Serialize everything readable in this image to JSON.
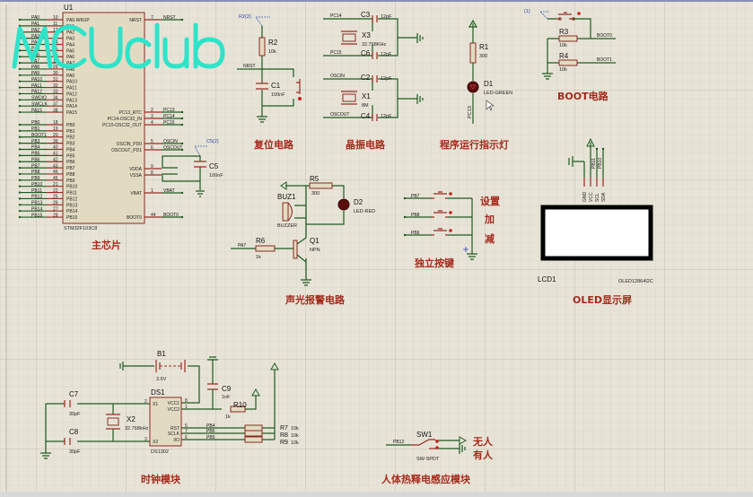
{
  "watermark": "MCUclub",
  "mcu": {
    "ref": "U1",
    "part": "STM32F103C8",
    "left_pins": [
      {
        "net": "PA0",
        "num": "10",
        "name": "PA0-WKUP"
      },
      {
        "net": "PA1",
        "num": "11",
        "name": "PA1"
      },
      {
        "net": "PA2",
        "num": "12",
        "name": "PA2"
      },
      {
        "net": "PA3",
        "num": "13",
        "name": "PA3"
      },
      {
        "net": "PA4",
        "num": "14",
        "name": "PA4"
      },
      {
        "net": "PA5",
        "num": "15",
        "name": "PA5"
      },
      {
        "net": "PA6",
        "num": "16",
        "name": "PA6"
      },
      {
        "net": "PA7",
        "num": "17",
        "name": "PA7"
      },
      {
        "net": "PA8",
        "num": "29",
        "name": "PA8"
      },
      {
        "net": "PA9",
        "num": "30",
        "name": "PA9"
      },
      {
        "net": "PA10",
        "num": "31",
        "name": "PA10"
      },
      {
        "net": "PA11",
        "num": "32",
        "name": "PA11"
      },
      {
        "net": "PA12",
        "num": "33",
        "name": "PA12"
      },
      {
        "net": "SWDIO",
        "num": "34",
        "name": "PA13"
      },
      {
        "net": "SWCLK",
        "num": "37",
        "name": "PA14"
      },
      {
        "net": "PA15",
        "num": "38",
        "name": "PA15"
      },
      {
        "net": "PB0",
        "num": "18",
        "name": "PB0"
      },
      {
        "net": "PB1",
        "num": "19",
        "name": "PB1"
      },
      {
        "net": "BOOT1",
        "num": "20",
        "name": "PB2"
      },
      {
        "net": "PB3",
        "num": "39",
        "name": "PB3"
      },
      {
        "net": "PB4",
        "num": "40",
        "name": "PB4"
      },
      {
        "net": "PB5",
        "num": "41",
        "name": "PB5"
      },
      {
        "net": "PB6",
        "num": "42",
        "name": "PB6"
      },
      {
        "net": "PB7",
        "num": "43",
        "name": "PB7"
      },
      {
        "net": "PB8",
        "num": "45",
        "name": "PB8"
      },
      {
        "net": "PB9",
        "num": "46",
        "name": "PB9"
      },
      {
        "net": "PB10",
        "num": "21",
        "name": "PB10"
      },
      {
        "net": "PB11",
        "num": "22",
        "name": "PB11"
      },
      {
        "net": "PB12",
        "num": "25",
        "name": "PB12"
      },
      {
        "net": "PB13",
        "num": "26",
        "name": "PB13"
      },
      {
        "net": "PB14",
        "num": "27",
        "name": "PB14"
      },
      {
        "net": "PB15",
        "num": "28",
        "name": "PB15"
      }
    ],
    "right_pins": [
      {
        "net": "NRST",
        "num": "7",
        "name": "NRST"
      },
      {
        "net": "PC13",
        "num": "2",
        "name": "PC13_RTC"
      },
      {
        "net": "PC14",
        "num": "3",
        "name": "PC14-OSC32_IN"
      },
      {
        "net": "PC15",
        "num": "4",
        "name": "PC15-OSC32_OUT"
      },
      {
        "net": "OSCIN",
        "num": "5",
        "name": "OSCIN_PD0"
      },
      {
        "net": "OSCOUT",
        "num": "6",
        "name": "OSCOUT_PD1"
      },
      {
        "net": "",
        "num": "9",
        "name": "VDDA"
      },
      {
        "net": "",
        "num": "8",
        "name": "VSSA"
      },
      {
        "net": "VBAT",
        "num": "1",
        "name": "VBAT"
      },
      {
        "net": "BOOT0",
        "num": "44",
        "name": "BOOT0"
      }
    ],
    "c5": {
      "ref": "C5",
      "value": "100nF",
      "probe": "C5(2)"
    },
    "title": "主芯片"
  },
  "reset": {
    "probe": "R2(2)",
    "r_ref": "R2",
    "r_val": "10k",
    "net": "NRST",
    "c_ref": "C1",
    "c_val": "100nF",
    "title": "复位电路"
  },
  "crystal": {
    "pc14": "PC14",
    "pc15": "PC15",
    "oscin": "OSCIN",
    "oscout": "OSCOUT",
    "c3": "C3",
    "c6": "C6",
    "c2": "C2",
    "c4": "C4",
    "c_val": "12pF",
    "x3": "X3",
    "x3_val": "32.768KHz",
    "x1": "X1",
    "x1_val": "8M",
    "title": "晶振电路"
  },
  "led": {
    "r_ref": "R1",
    "r_val": "300",
    "d_ref": "D1",
    "d_val": "LED-GREEN",
    "net": "PC13",
    "title": "程序运行指示灯"
  },
  "boot": {
    "probe": "(1)",
    "r3": "R3",
    "r4": "R4",
    "r_val": "10k",
    "boot0": "BOOT0",
    "boot1": "BOOT1",
    "title": "BOOT电路"
  },
  "oled": {
    "pins": [
      "GND",
      "VCC",
      "SCL",
      "SDA"
    ],
    "nets": [
      "PB11",
      "PB10"
    ],
    "ref": "LCD1",
    "part": "OLED12864I2C",
    "title": "OLED显示屏"
  },
  "alarm": {
    "buz_ref": "BUZ1",
    "buz_val": "BUZZER",
    "r5": "R5",
    "r5_val": "300",
    "d2": "D2",
    "d2_val": "LED-RED",
    "r6": "R6",
    "r6_val": "1k",
    "net": "PA7",
    "q1": "Q1",
    "q1_val": "NPN",
    "title": "声光报警电路"
  },
  "keys": {
    "nets": [
      "PB7",
      "PB8",
      "PB9"
    ],
    "labels": [
      "设置",
      "加",
      "减"
    ],
    "title": "独立按键"
  },
  "clock": {
    "b1": "B1",
    "b1_val": "3.6V",
    "c9": "C9",
    "c9_val": "1nF",
    "r10": "R10",
    "r10_val": "1k",
    "c7": "C7",
    "c8": "C8",
    "c78_val": "30pF",
    "x2": "X2",
    "x2_val": "32.768kHz",
    "ds1": "DS1",
    "ds1_part": "DS1302",
    "ds_pins_left": [
      {
        "num": "2",
        "name": "X1"
      },
      {
        "num": "3",
        "name": "X2"
      }
    ],
    "ds_pins_right": [
      {
        "num": "8",
        "name": "VCC1"
      },
      {
        "num": "1",
        "name": "VCC2"
      },
      {
        "num": "5",
        "name": "RST"
      },
      {
        "num": "7",
        "name": "SCLK"
      },
      {
        "num": "6",
        "name": "I/O"
      }
    ],
    "nets": [
      "PB4",
      "PB6",
      "PB5"
    ],
    "pullups": [
      {
        "ref": "R7",
        "val": "10k"
      },
      {
        "ref": "R8",
        "val": "10k"
      },
      {
        "ref": "R9",
        "val": "10k"
      }
    ],
    "title": "时钟模块"
  },
  "pir": {
    "sw": "SW1",
    "sw_val": "SW-SPDT",
    "net": "PB12",
    "none": "无人",
    "someone": "有人",
    "title": "人体热释电感应模块"
  }
}
